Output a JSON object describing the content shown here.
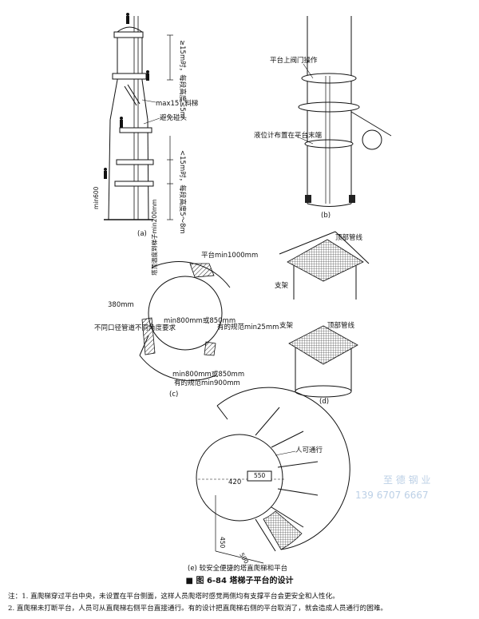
{
  "panel_a": {
    "label": "(a)",
    "dim_upper": "≥15m时，每段高度≤5m",
    "slant": "max15° 斜梯",
    "avoid": "避免碰头",
    "dim_lower": "<15m时，每段高度5～8m",
    "min600": "min600"
  },
  "panel_b": {
    "label": "(b)",
    "valve": "平台上阀门操作",
    "level": "液位计布置在平台末端"
  },
  "panel_c": {
    "label": "(c)",
    "platform": "平台min1000mm",
    "hole": "塔顶温度到梯子min200mm",
    "d380": "380mm",
    "d800": "min800mm或850mm",
    "spec25": "有的规范min25mm",
    "pipes": "不同口径管道不同角度要求",
    "d800b": "min800mm或850mm",
    "spec900": "有的规范min900mm"
  },
  "panel_d": {
    "label": "(d)",
    "top_pipe_1": "顶部管线",
    "support_1": "支架",
    "top_pipe_2": "顶部管线",
    "support_2": "支架"
  },
  "panel_e": {
    "label": "(e) 较安全便捷的塔直爬梯和平台",
    "passage": "人可通行",
    "d420": "420",
    "d550": "550",
    "d450": "450",
    "d500": "500"
  },
  "watermark": {
    "company": "至 德 钢 业",
    "phone": "139 6707 6667"
  },
  "caption": "■ 图 6-84  塔梯子平台的设计",
  "notes": [
    "注：1. 直爬梯穿过平台中央，未设置在平台侧面，这样人员爬塔时感觉两侧均有支撑平台会更安全和人性化。",
    "2. 直爬梯未打断平台，人员可从直爬梯右侧平台直接通行。有的设计把直爬梯右侧的平台取消了，就会造成人员通行的困难。"
  ]
}
